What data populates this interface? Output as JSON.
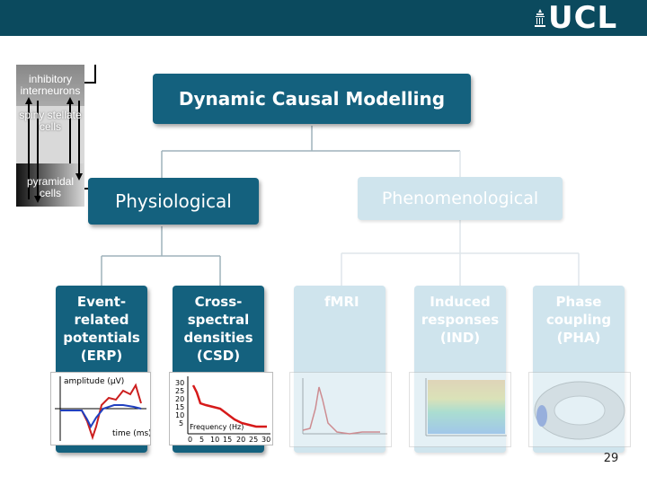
{
  "header": {
    "logo_text": "UCL"
  },
  "diagram": {
    "root": "Dynamic Causal Modelling",
    "branches": [
      "Physiological",
      "Phenomenological"
    ],
    "physiological_leaves": [
      {
        "label": "Event-related potentials (ERP)"
      },
      {
        "label": "Cross-spectral densities (CSD)"
      }
    ],
    "phenomenological_leaves": [
      {
        "label": "fMRI"
      },
      {
        "label": "Induced responses (IND)"
      },
      {
        "label": "Phase coupling (PHA)"
      }
    ]
  },
  "neuron_diagram": {
    "labels": [
      "inhibitory interneurons",
      "spiny stellate cells",
      "pyramidal cells"
    ]
  },
  "erp_chart": {
    "ylabel": "amplitude (μV)",
    "xlabel": "time (ms)"
  },
  "csd_chart": {
    "xlabel": "Frequency (Hz)",
    "y_ticks": [
      "30",
      "25",
      "20",
      "15",
      "10",
      "5"
    ],
    "x_ticks": [
      "0",
      "5",
      "10",
      "15",
      "20",
      "25",
      "30"
    ]
  },
  "page_number": "29",
  "colors": {
    "header": "#0b4a5e",
    "dark_box": "#14617e",
    "light_box": "#cfe4ed"
  }
}
